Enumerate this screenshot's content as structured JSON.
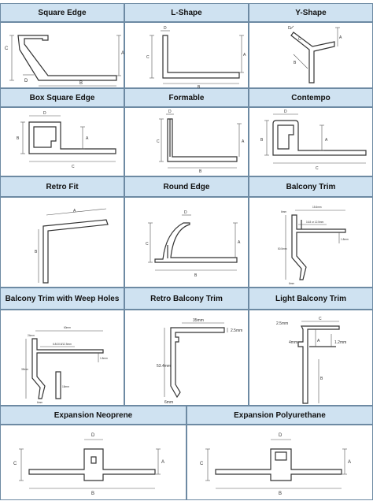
{
  "profiles": [
    {
      "title": "Square Edge",
      "dims": {
        "a": "A",
        "b": "B",
        "c": "C",
        "d": "D"
      }
    },
    {
      "title": "L-Shape",
      "dims": {
        "a": "A",
        "b": "B",
        "c": "C",
        "d": "D"
      }
    },
    {
      "title": "Y-Shape",
      "dims": {
        "a": "A",
        "b": "B",
        "c": "C",
        "d": "D"
      }
    },
    {
      "title": "Box Square Edge",
      "dims": {
        "a": "A",
        "b": "B",
        "c": "C",
        "d": "D"
      }
    },
    {
      "title": "Formable",
      "dims": {
        "a": "A",
        "b": "B",
        "c": "C",
        "d": "D"
      }
    },
    {
      "title": "Contempo",
      "dims": {
        "a": "A",
        "b": "B",
        "c": "C",
        "d": "D"
      }
    },
    {
      "title": "Retro Fit",
      "dims": {
        "a": "A",
        "b": "B"
      }
    },
    {
      "title": "Round Edge",
      "dims": {
        "a": "A",
        "b": "B",
        "c": "C",
        "d": "D"
      }
    },
    {
      "title": "Balcony Trim",
      "dims": {
        "w": "15.6mm",
        "x": "6mm",
        "y": "16.8 or 12.5mm",
        "z": "1.8mm",
        "h": "50.5mm",
        "f": "6mm"
      }
    },
    {
      "title": "Balcony Trim with Weep Holes",
      "dims": {
        "w": "60mm",
        "x": "24mm",
        "y": "6.8/10.8/12.5mm",
        "z": "1.8mm",
        "h": "39mm",
        "q": "15mm",
        "f": "6mm"
      }
    },
    {
      "title": "Retro Balcony Trim",
      "dims": {
        "w": "35mm",
        "t": "2.5mm",
        "h": "53.4mm",
        "f": "6mm"
      }
    },
    {
      "title": "Light Balcony Trim",
      "dims": {
        "t": "2.5mm",
        "c": "C",
        "g": "4mm",
        "a": "A",
        "k": "1.2mm",
        "b": "B"
      }
    },
    {
      "title": "Expansion Neoprene",
      "dims": {
        "a": "A",
        "b": "B",
        "c": "C",
        "d": "D"
      }
    },
    {
      "title": "Expansion Polyurethane",
      "dims": {
        "a": "A",
        "b": "B",
        "c": "C",
        "d": "D"
      }
    }
  ]
}
